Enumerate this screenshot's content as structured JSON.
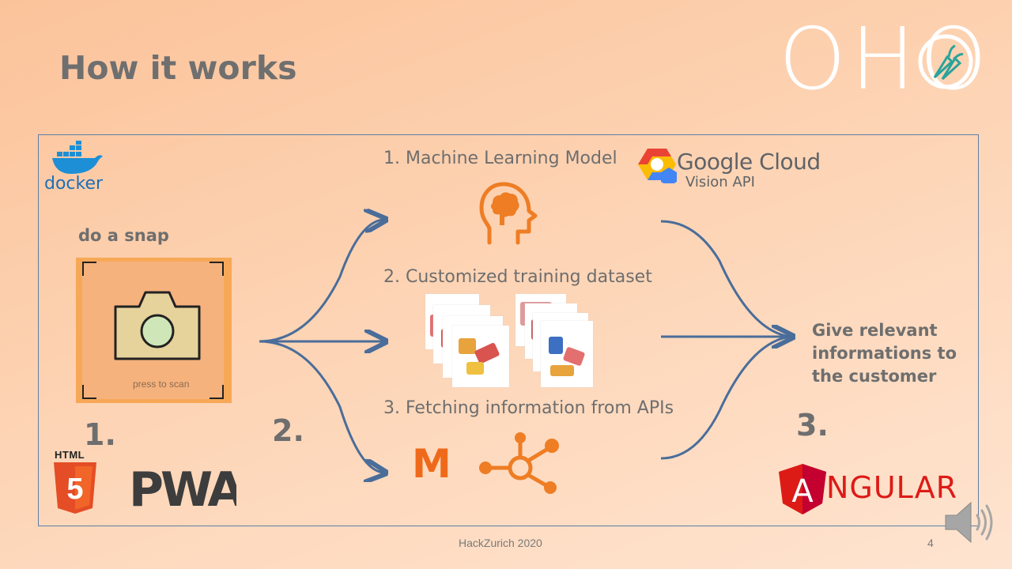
{
  "slide": {
    "title": "How it works",
    "logo_text": "OHO",
    "footer": "HackZurich 2020",
    "page_number": "4"
  },
  "left": {
    "docker_label": "docker",
    "snap_label": "do a snap",
    "scan_button_label": "press to scan",
    "step_number": "1.",
    "html_label": "HTML",
    "html_digit": "5",
    "pwa_label": "PWA"
  },
  "middle": {
    "step_number": "2.",
    "items": [
      {
        "label": "1.  Machine Learning Model"
      },
      {
        "label": "2.  Customized training dataset"
      },
      {
        "label": "3.  Fetching information from APIs"
      }
    ],
    "google_cloud": "Google Cloud",
    "vision_api": "Vision API",
    "migros_letter": "M"
  },
  "right": {
    "step_number": "3.",
    "result_lines": [
      "Give relevant",
      "informations to",
      "the customer"
    ],
    "angular_a": "A",
    "angular_rest": "NGULAR"
  },
  "colors": {
    "accent_orange": "#ee7d24",
    "arrow_blue": "#4a6d9a",
    "angular_red": "#dd1b16",
    "html_orange": "#e44d26"
  },
  "icons": [
    "docker-icon",
    "camera-icon",
    "brain-head-icon",
    "google-cloud-icon",
    "hubspot-icon",
    "speaker-icon",
    "carrot-icon"
  ]
}
